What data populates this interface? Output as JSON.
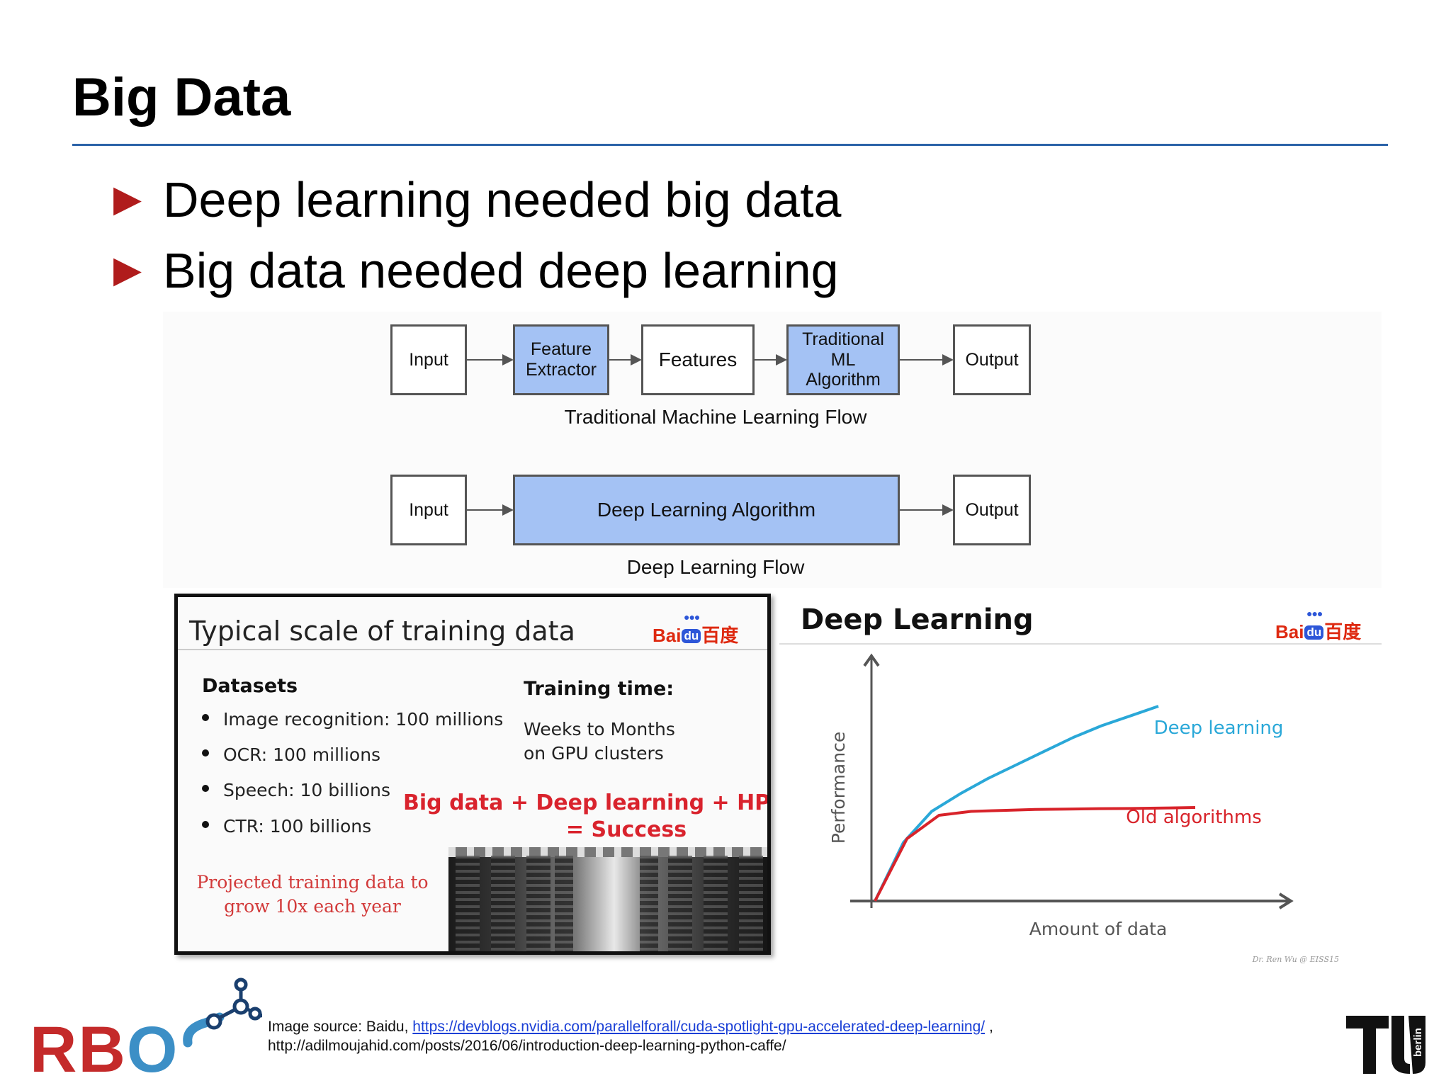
{
  "slide": {
    "title": "Big Data",
    "bullets": [
      "Deep learning needed big data",
      "Big data needed deep learning"
    ]
  },
  "traditional_flow": {
    "boxes": [
      "Input",
      "Feature Extractor",
      "Features",
      "Traditional ML Algorithm",
      "Output"
    ],
    "caption": "Traditional Machine Learning Flow"
  },
  "deep_flow": {
    "boxes": [
      "Input",
      "Deep Learning Algorithm",
      "Output"
    ],
    "caption": "Deep Learning Flow"
  },
  "scale_panel": {
    "title": "Typical scale of training data",
    "logo": {
      "bai": "Bai",
      "du": "du",
      "cn": "百度"
    },
    "datasets_heading": "Datasets",
    "datasets": [
      "Image recognition: 100 millions",
      "OCR: 100 millions",
      "Speech: 10 billions",
      "CTR: 100 billions"
    ],
    "training_heading": "Training time:",
    "training_lines": [
      "Weeks to Months",
      "on GPU clusters"
    ],
    "success_lines": [
      "Big data + Deep learning + HPC",
      "= Success"
    ],
    "projection_lines": [
      "Projected training data to",
      "grow 10x each year"
    ]
  },
  "performance_panel": {
    "title": "Deep Learning",
    "logo": {
      "bai": "Bai",
      "du": "du",
      "cn": "百度"
    },
    "chart_data": {
      "type": "line",
      "xlabel": "Amount of data",
      "ylabel": "Performance",
      "x": [
        0,
        1,
        2,
        3,
        4,
        5,
        6,
        7,
        8,
        9,
        10
      ],
      "series": [
        {
          "name": "Deep learning",
          "color": "#2aa8d8",
          "values": [
            0,
            3.0,
            4.6,
            5.5,
            6.3,
            7.0,
            7.7,
            8.4,
            9.0,
            9.5,
            10.0
          ]
        },
        {
          "name": "Old algorithms",
          "color": "#d8232a",
          "values": [
            0,
            3.2,
            4.4,
            4.6,
            4.65,
            4.7,
            4.72,
            4.74,
            4.75,
            4.77,
            4.8
          ]
        }
      ],
      "colors": {
        "axis": "#555555",
        "deep": "#2aa8d8",
        "old": "#d8232a"
      },
      "grid": false,
      "ylim": [
        0,
        12
      ]
    },
    "credit": "Dr. Ren Wu @ EISS15"
  },
  "footer": {
    "source_prefix": "Image source: Baidu,",
    "link": "https://devblogs.nvidia.com/parallelforall/cuda-spotlight-gpu-accelerated-deep-learning/",
    "separator": ",",
    "second_line": "http://adilmoujahid.com/posts/2016/06/introduction-deep-learning-python-caffe/",
    "logo_left_text": {
      "rb": "RB",
      "o": "O"
    },
    "logo_right_text": "berlin"
  }
}
